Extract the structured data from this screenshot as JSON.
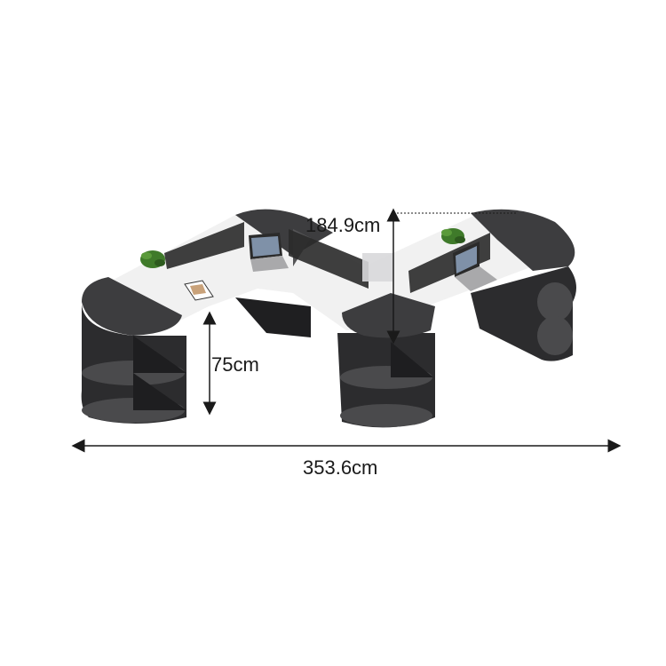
{
  "dimensions": {
    "width_label": "353.6cm",
    "depth_label": "184.9cm",
    "height_label": "75cm"
  },
  "colors": {
    "desk_top_white": "#f1f1f1",
    "desk_dark": "#3d3d3f",
    "cabinet_dark": "#2c2c2e",
    "divider": "#2a2a2a",
    "plant": "#3f7a2a",
    "dimension_line": "#1a1a1a"
  }
}
